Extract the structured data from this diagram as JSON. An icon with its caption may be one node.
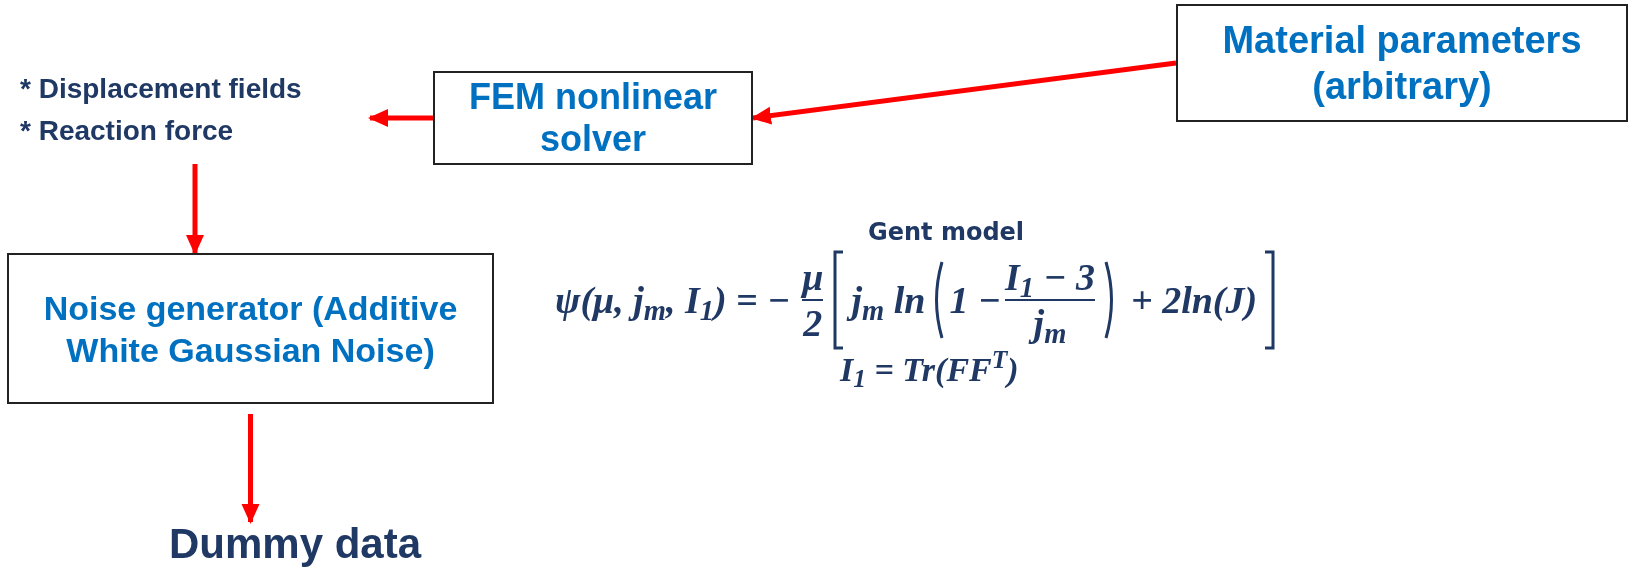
{
  "diagram": {
    "nodes": [
      {
        "text": [
          "Material parameters (arbitrary)"
        ]
      },
      {
        "text": [
          "FEM nonlinear solver"
        ]
      },
      {
        "text": [
          "* Displacement fields",
          "* Reaction force"
        ]
      },
      {
        "text": [
          "Noise generator (Additive White Gaussian Noise)"
        ]
      },
      {
        "text": [
          "Dummy data"
        ]
      }
    ],
    "edges": [
      {
        "from": 0,
        "to": 1,
        "arrow": "to"
      },
      {
        "from": 1,
        "to": 2,
        "arrow": "to"
      },
      {
        "from": 2,
        "to": 3,
        "arrow": "to"
      },
      {
        "from": 3,
        "to": 4,
        "arrow": "to"
      }
    ],
    "labels": [
      "Gent model",
      "ψ(μ, j$_{m}$, I$_{1}$) = −",
      "μ",
      "2",
      "j$_{m}$ ln",
      "1 −",
      "I$_{1}$ − 3",
      "j$_{m}$",
      "+ 2ln(J)",
      "I$_{1}$ = Tr(FF$^{T}$)"
    ]
  }
}
